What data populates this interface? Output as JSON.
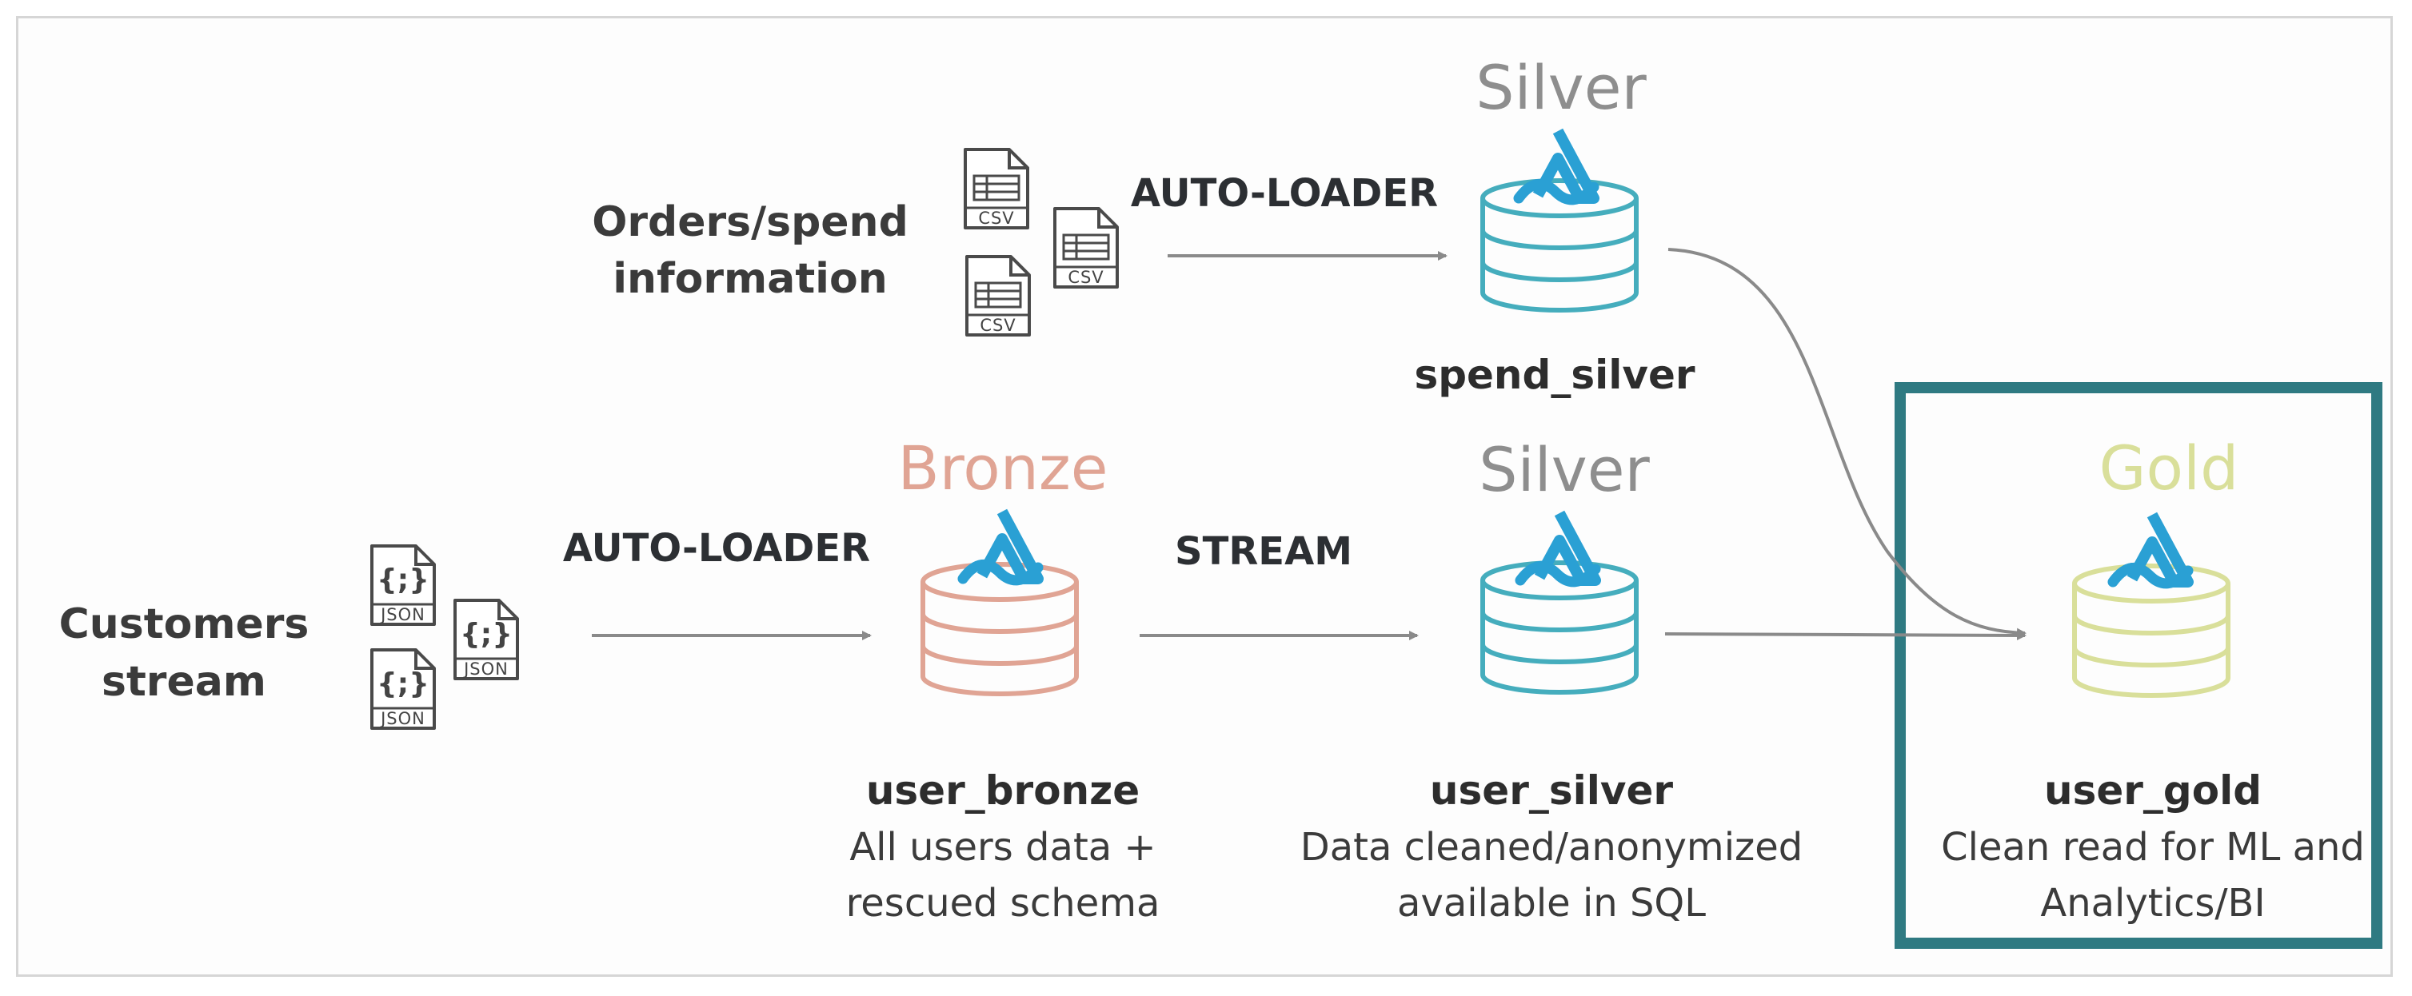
{
  "sources": {
    "orders": {
      "line1": "Orders/spend",
      "line2": "information",
      "file_type": "CSV",
      "file_icon": "csv-file-icon"
    },
    "customers": {
      "line1": "Customers",
      "line2": "stream",
      "file_type": "JSON",
      "file_icon": "json-file-icon",
      "file_glyph": "{;}"
    }
  },
  "steps": {
    "orders_ingest": "AUTO-LOADER",
    "customers_ingest": "AUTO-LOADER",
    "bronze_to_silver": "STREAM"
  },
  "tables": {
    "spend_silver": {
      "tier": "Silver",
      "name": "spend_silver",
      "desc1": "",
      "desc2": ""
    },
    "user_bronze": {
      "tier": "Bronze",
      "name": "user_bronze",
      "desc1": "All users data +",
      "desc2": "rescued schema"
    },
    "user_silver": {
      "tier": "Silver",
      "name": "user_silver",
      "desc1": "Data cleaned/anonymized",
      "desc2": "available in SQL"
    },
    "user_gold": {
      "tier": "Gold",
      "name": "user_gold",
      "desc1": "Clean read for ML and",
      "desc2": "Analytics/BI"
    }
  },
  "colors": {
    "bronze": "#e0a494",
    "silver": "#45adbd",
    "silver_label": "#8e8e8e",
    "gold": "#d9df9a",
    "delta_logo": "#2aa0d4",
    "highlight_box": "#2f7a82",
    "arrow": "#8a8a8a"
  },
  "icons": {
    "table_logo": "delta-lake-icon",
    "table_shape": "database-cylinder-icon"
  }
}
